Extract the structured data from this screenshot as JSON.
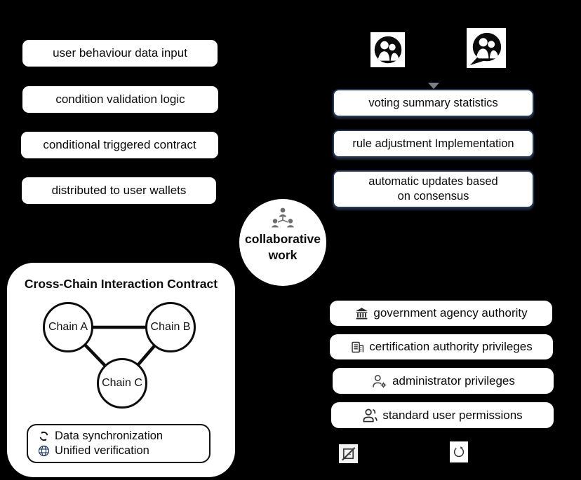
{
  "colors": {
    "background": "#000000",
    "box_fill": "#ffffff",
    "accent_border": "#1f3864",
    "text": "#0b0b0b",
    "icon_gray": "#595959",
    "globe_navy": "#1f3864"
  },
  "left_flow": {
    "items": [
      {
        "label": "user behaviour data input"
      },
      {
        "label": "condition validation logic"
      },
      {
        "label": "conditional triggered contract"
      },
      {
        "label": "distributed to user wallets"
      }
    ]
  },
  "top_right_icons": [
    {
      "name": "user-group-circle-icon"
    },
    {
      "name": "user-group-discussion-icon"
    }
  ],
  "right_flow": {
    "items": [
      {
        "label": "voting summary statistics"
      },
      {
        "label": "rule adjustment Implementation"
      },
      {
        "label": "automatic updates based\non consensus"
      }
    ]
  },
  "center": {
    "label": "collaborative\nwork",
    "icon": "org-hierarchy-people-icon"
  },
  "cross_chain": {
    "title": "Cross-Chain Interaction Contract",
    "nodes": [
      {
        "label": "Chain A"
      },
      {
        "label": "Chain B"
      },
      {
        "label": "Chain C"
      }
    ],
    "features": [
      {
        "icon": "sync-icon",
        "label": "Data synchronization"
      },
      {
        "icon": "globe-icon",
        "label": "Unified verification"
      }
    ]
  },
  "permissions": {
    "items": [
      {
        "icon": "bank-icon",
        "label": "government agency authority"
      },
      {
        "icon": "certificate-building-icon",
        "label": "certification authority privileges"
      },
      {
        "icon": "admin-person-gear-icon",
        "label": "administrator privileges"
      },
      {
        "icon": "standard-users-icon",
        "label": "standard user permissions"
      }
    ]
  },
  "footer_icons": [
    {
      "name": "broken-image-icon"
    },
    {
      "name": "refresh-icon"
    }
  ]
}
